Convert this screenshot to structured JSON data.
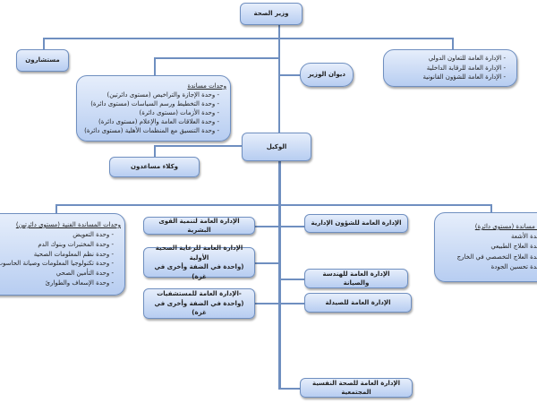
{
  "minister": "وزير الصحة",
  "advisors": "مستشارون",
  "minister_office": "ديوان الوزير",
  "general_directorates_top": [
    "الإدارة العامة للتعاون الدولي",
    "الإدارة العامة للرقابة الداخلية",
    "الإدارة العامة للشؤون القانونية"
  ],
  "support_units": {
    "title": "وحدات مساندة",
    "items": [
      "وحدة الإجازة والتراخيص (مستوى دائرتين)",
      "وحدة التخطيط ورسم السياسات (مستوى دائرة)",
      "وحدة الأزمات (مستوى دائرة)",
      "وحدة العلاقات العامة والإعلام (مستوى دائرة)",
      "وحدة التنسيق مع المنظمات الأهلية (مستوى دائرة)"
    ]
  },
  "deputy": "الوكيل",
  "assistant_deputies": "وكلاء مساعدون",
  "technical_support": {
    "title": "وحدات المساندة الفنية (مستوى دائرتين)",
    "items": [
      "وحدة التعويض",
      "وحدة المختبرات وبنوك الدم",
      "وحدة نظم المعلومات الصحية",
      "وحدة تكنولوجيا المعلومات وصيانة الحاسوب",
      "وحدة التأمين الصحي",
      "وحدة الإسعاف والطوارئ"
    ]
  },
  "support_right": {
    "title": "وحدات مساندة (مستوى دائرة)",
    "items": [
      "وحدة الأشعة",
      "وحدة العلاج الطبيعي",
      "وحدة العلاج التخصصي في الخارج",
      "وحدة تحسين الجودة"
    ]
  },
  "directorates": {
    "hr": "الإدارة العامة لتنمية القوى البشرية",
    "primary_care": "الإدارة العامة للرعاية الصحية الأولية",
    "primary_care_note": "(واحدة في الضفة وأخرى في غزة)",
    "hospitals": "-الإدارة العامة للمستشفيات",
    "hospitals_note": "(واحدة في الضفة وأخرى في غزة)",
    "admin": "الإدارة العامة للشؤون الإدارية",
    "engineering": "الإدارة العامة للهندسة والصيانة",
    "pharmacy": "الإدارة العامة للصيدلة",
    "mental_health": "الإدارة العامة للصحة النفسية المجتمعية"
  }
}
